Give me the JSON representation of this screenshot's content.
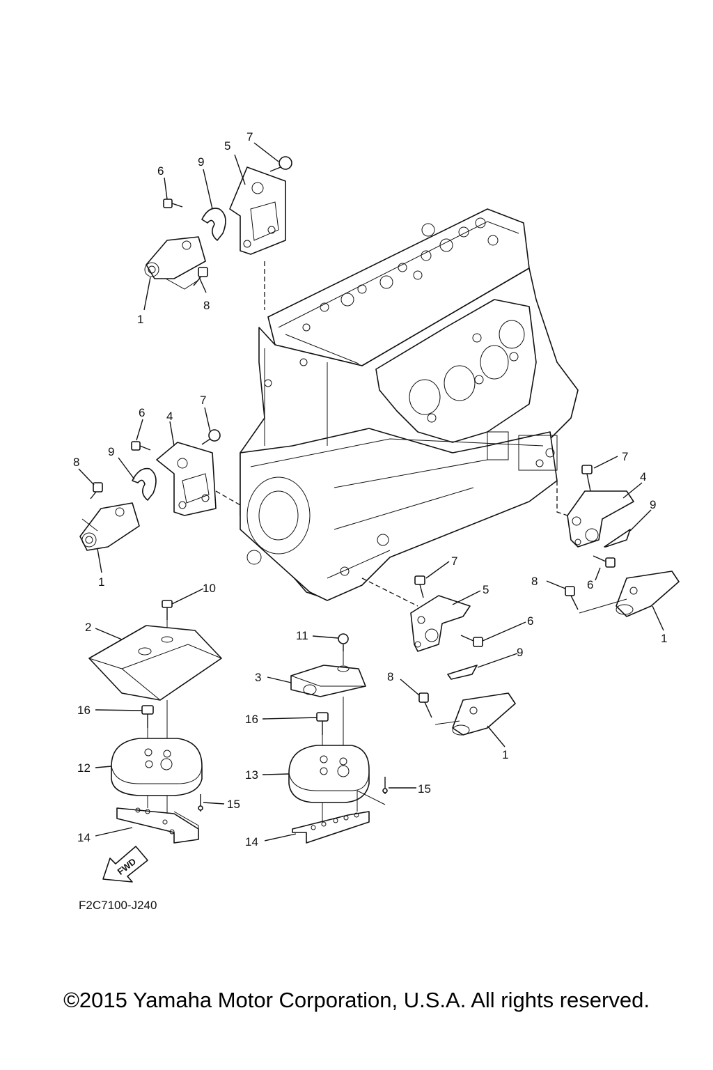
{
  "diagram": {
    "drawing_code": "F2C7100-J240",
    "fwd_label": "FWD",
    "copyright": "©2015 Yamaha Motor Corporation, U.S.A. All rights reserved.",
    "callouts": [
      "1",
      "1",
      "1",
      "1",
      "2",
      "3",
      "4",
      "4",
      "5",
      "5",
      "6",
      "6",
      "6",
      "6",
      "7",
      "7",
      "7",
      "7",
      "8",
      "8",
      "8",
      "8",
      "9",
      "9",
      "9",
      "9",
      "10",
      "11",
      "12",
      "13",
      "14",
      "14",
      "15",
      "15",
      "16",
      "16"
    ]
  }
}
